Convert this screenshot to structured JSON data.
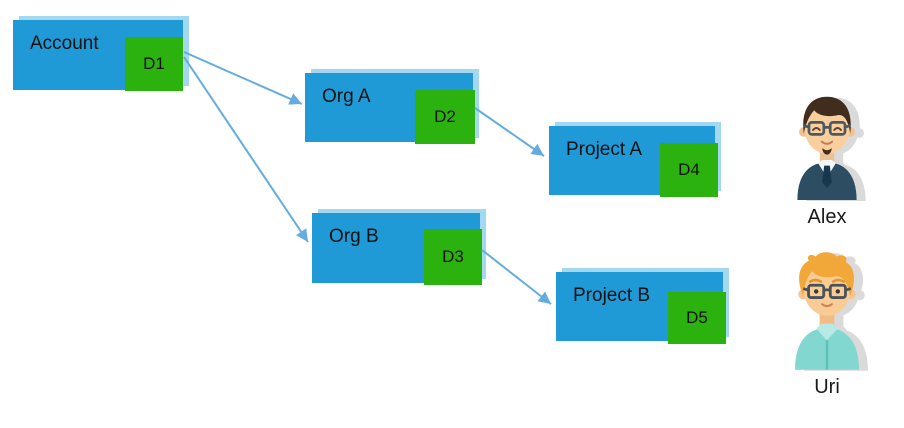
{
  "diagram": {
    "nodes": [
      {
        "id": "account",
        "label": "Account",
        "badge": "D1"
      },
      {
        "id": "org-a",
        "label": "Org A",
        "badge": "D2"
      },
      {
        "id": "org-b",
        "label": "Org B",
        "badge": "D3"
      },
      {
        "id": "project-a",
        "label": "Project A",
        "badge": "D4"
      },
      {
        "id": "project-b",
        "label": "Project B",
        "badge": "D5"
      }
    ],
    "edges": [
      {
        "from": "D1",
        "to": "Org A"
      },
      {
        "from": "D1",
        "to": "Org B"
      },
      {
        "from": "D2",
        "to": "Project A"
      },
      {
        "from": "D3",
        "to": "Project B"
      }
    ],
    "colors": {
      "node_fill": "#1f9ad7",
      "badge_fill": "#2bb20f",
      "arrow": "#64ace0",
      "label_text": "#111111"
    }
  },
  "users": [
    {
      "name": "Alex"
    },
    {
      "name": "Uri"
    }
  ]
}
